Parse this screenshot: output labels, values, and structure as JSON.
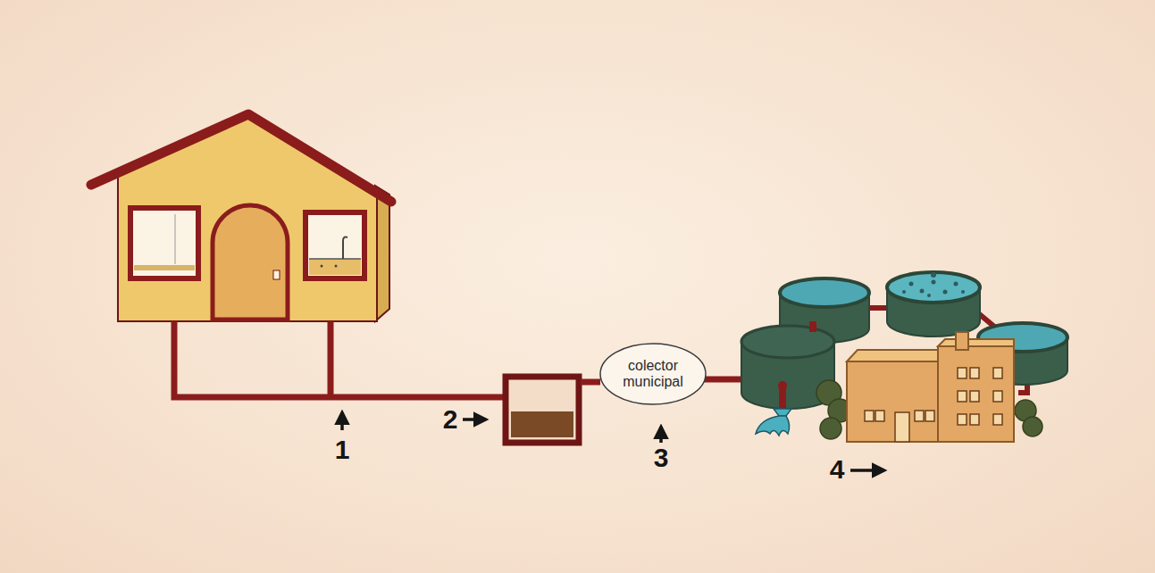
{
  "diagram": {
    "nodes": [
      {
        "text": [
          "colector municipal"
        ]
      }
    ],
    "labels": [
      "1",
      "2",
      "3",
      "4"
    ]
  }
}
